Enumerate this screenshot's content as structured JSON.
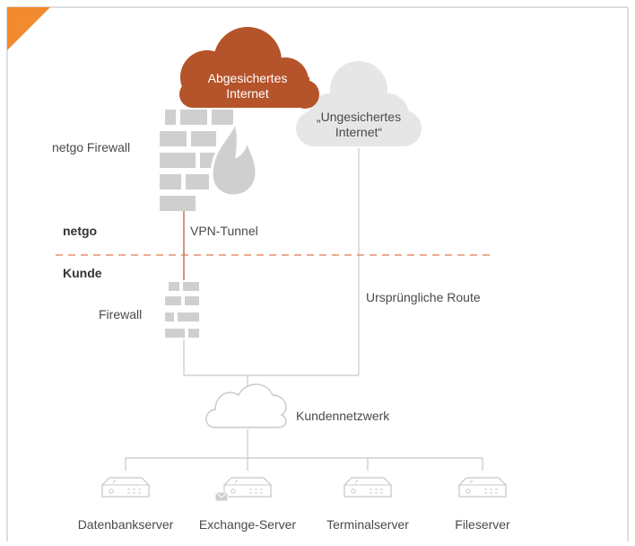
{
  "colors": {
    "accent": "#f28a2e",
    "secured_cloud": "#b5532a",
    "unsecured_cloud": "#e6e6e6",
    "firewall": "#cfcfcf",
    "vpn_line": "#b5532a",
    "divider": "#e07b4a",
    "lines": "#c8c8c8"
  },
  "clouds": {
    "secured": {
      "line1": "Abgesichertes",
      "line2": "Internet"
    },
    "unsecured": {
      "line1": "„Ungesichertes",
      "line2": "Internet“"
    },
    "customer": {
      "label": "Kundennetzwerk"
    }
  },
  "labels": {
    "netgo_firewall": "netgo Firewall",
    "netgo": "netgo",
    "vpn_tunnel": "VPN-Tunnel",
    "kunde": "Kunde",
    "firewall": "Firewall",
    "original_route": "Ursprüngliche Route"
  },
  "servers": [
    {
      "name": "Datenbankserver",
      "icon": "server-icon"
    },
    {
      "name": "Exchange-Server",
      "icon": "mail-server-icon"
    },
    {
      "name": "Terminalserver",
      "icon": "server-icon"
    },
    {
      "name": "Fileserver",
      "icon": "server-icon"
    }
  ]
}
